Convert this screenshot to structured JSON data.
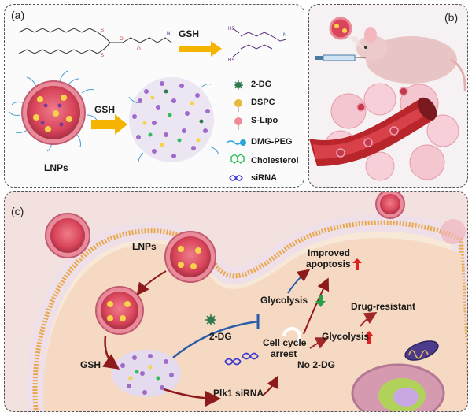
{
  "panel_a": {
    "label": "(a)",
    "gsh_label_top": "GSH",
    "gsh_label_mid": "GSH",
    "lnps_label": "LNPs",
    "legend": [
      {
        "name": "2-DG",
        "icon": "2dg-icon",
        "color": "#2f7a4f"
      },
      {
        "name": "DSPC",
        "icon": "dspc-icon",
        "color": "#e7b93a"
      },
      {
        "name": "S-Lipo",
        "icon": "s-lipo-icon",
        "color": "#f08a96"
      },
      {
        "name": "DMG-PEG",
        "icon": "dmg-peg-icon",
        "color": "#2aa3d8"
      },
      {
        "name": "Cholesterol",
        "icon": "cholesterol-icon",
        "color": "#2fbf5a"
      },
      {
        "name": "siRNA",
        "icon": "sirna-icon",
        "color": "#3a3ad0"
      }
    ]
  },
  "panel_b": {
    "label": "(b)"
  },
  "panel_c": {
    "label": "(c)",
    "lnps": "LNPs",
    "gsh": "GSH",
    "two_dg": "2-DG",
    "plk1_sirna": "Plk1 siRNA",
    "glycolysis_down": "Glycolysis",
    "improved_apoptosis_line1": "Improved",
    "improved_apoptosis_line2": "apoptosis",
    "cell_cycle_arrest_line1": "Cell cycle",
    "cell_cycle_arrest_line2": "arrest",
    "no_2dg": "No 2-DG",
    "glycolysis_up": "Glycolysis",
    "drug_resistant": "Drug-resistant"
  },
  "colors": {
    "arrow_yellow": "#f4b400",
    "arrow_darkred": "#8e1b1b",
    "arrow_blue": "#2a5caa",
    "nanoparticle_core": "#d9455a",
    "membrane_head": "#f3eef3",
    "membrane_tail": "#e9a84a",
    "arrow_up_red": "#e02020",
    "arrow_down_green": "#27a24a"
  }
}
